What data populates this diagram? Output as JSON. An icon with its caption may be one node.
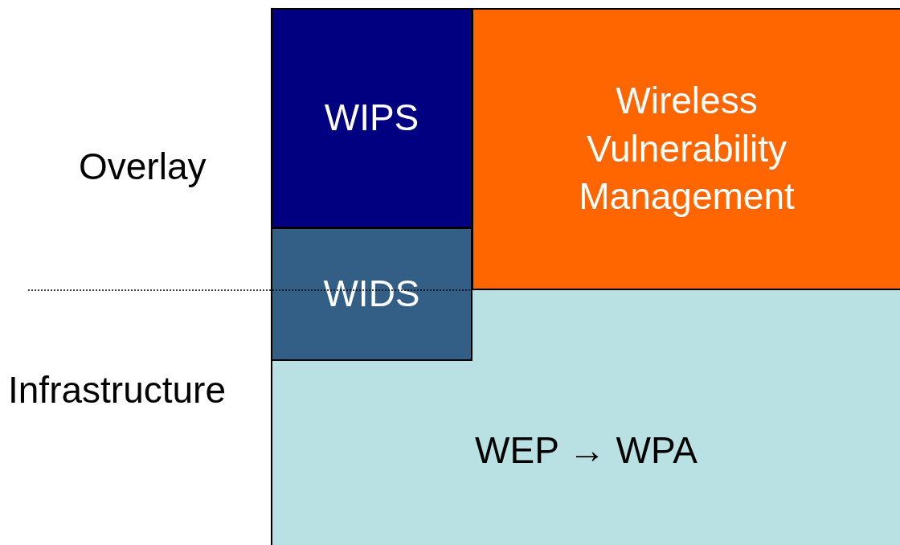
{
  "diagram": {
    "nodes": [
      {
        "text": [
          "WIPS"
        ]
      },
      {
        "text": [
          "Wireless Vulnerability Management"
        ]
      },
      {
        "text": [
          "WIDS"
        ]
      },
      {
        "text": [
          "WEP → WPA"
        ]
      }
    ],
    "labels": [
      "Overlay",
      "Infrastructure"
    ]
  }
}
